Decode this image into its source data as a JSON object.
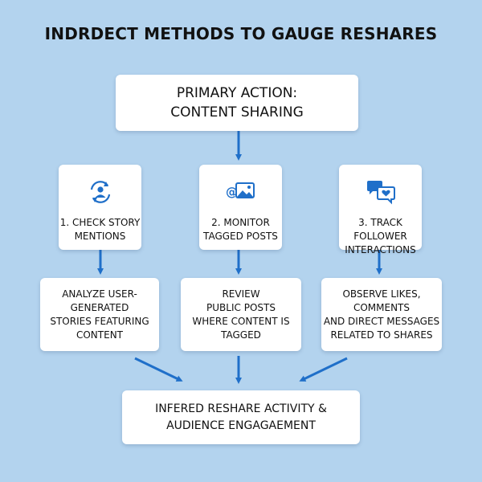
{
  "title": "INDRDECT METHODS TO GAUGE RESHARES",
  "primary": {
    "line1": "PRIMARY ACTION:",
    "line2": "CONTENT SHARING"
  },
  "methods": [
    {
      "icon": "user-refresh-icon",
      "line1": "1. CHECK STORY",
      "line2": "MENTIONS"
    },
    {
      "icon": "image-at-icon",
      "line1": "2. MONITOR",
      "line2": "TAGGED POSTS"
    },
    {
      "icon": "chat-heart-icon",
      "line1": "3. TRACK FOLLOWER",
      "line2": "INTERACTIONS"
    }
  ],
  "actions": [
    {
      "lines": [
        "ANALYZE USER-GENERATED",
        "STORIES FEATURING",
        "CONTENT"
      ]
    },
    {
      "lines": [
        "REVIEW",
        "PUBLIC POSTS",
        "WHERE CONTENT IS TAGGED"
      ]
    },
    {
      "lines": [
        "OBSERVE LIKES, COMMENTS",
        "AND DIRECT MESSAGES",
        "RELATED TO SHARES"
      ]
    }
  ],
  "result": {
    "line1": "INFERED RESHARE ACTIVITY &",
    "line2": "AUDIENCE ENGAGAEMENT"
  },
  "colors": {
    "background": "#b3d3ee",
    "arrow": "#1f6fc9",
    "icon": "#1f6fc9",
    "box": "#ffffff"
  }
}
